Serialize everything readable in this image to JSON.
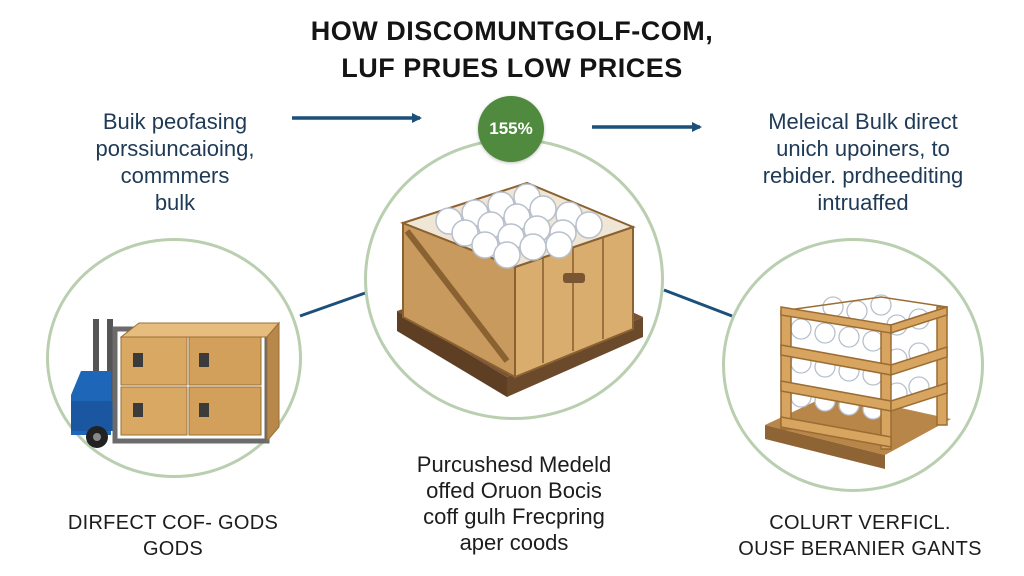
{
  "title": {
    "line1": "HOW DISCOMUNTGOLF-COM,",
    "line2": "LUF PRUES LOW PRICES"
  },
  "badge": {
    "label": "155%"
  },
  "top_left_text": [
    "Buik peofasing",
    "porssiuncaioing,",
    "commmers",
    "bulk"
  ],
  "top_right_text": [
    "Meleical Bulk direct",
    "unich upoiners, to",
    "rebider. prdheediting",
    "intruaffed"
  ],
  "steps": [
    {
      "caption": [
        "DIRFECT COF- GODS",
        "GODS"
      ],
      "icon": "forklift-boxes-icon"
    },
    {
      "caption": [
        "Purcushesd Medeld",
        "offed Oruon Bocis",
        "coff gulh Frecpring",
        "aper coods"
      ],
      "icon": "golf-ball-crate-icon"
    },
    {
      "caption": [
        "COLURT VERFICL.",
        "OUSF BERANIER GANTS"
      ],
      "icon": "wooden-crate-icon"
    }
  ],
  "colors": {
    "arrow": "#1c4f7a",
    "badge": "#4f8a3e",
    "circle_border": "#b9cfb0",
    "connector": "#1c4f7a"
  }
}
